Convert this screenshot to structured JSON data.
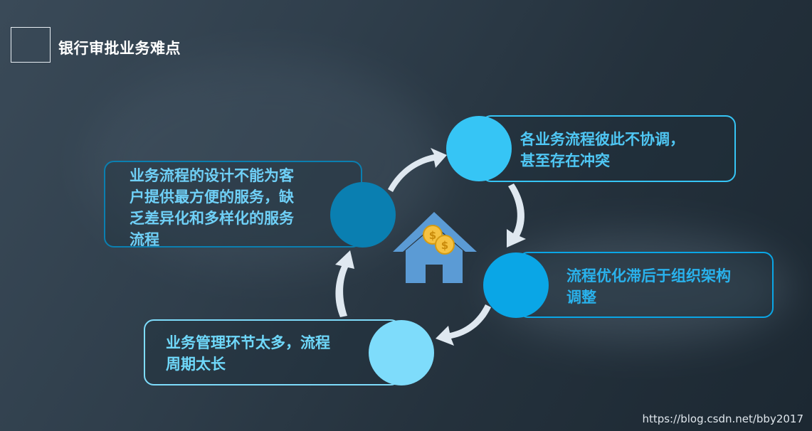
{
  "slide": {
    "title": "银行审批业务难点"
  },
  "items": [
    {
      "lines": [
        "业务流程的设计不能为客",
        "户提供最方便的服务，缺",
        "乏差异化和多样化的服务",
        "流程"
      ],
      "text_color": "#6fd0f7",
      "circle_color": "#0a7fb1"
    },
    {
      "lines": [
        "各业务流程彼此不协调，",
        "甚至存在冲突"
      ],
      "text_color": "#4fc7f4",
      "circle_color": "#36c5f5"
    },
    {
      "lines": [
        "流程优化滞后于组织架构",
        "调整"
      ],
      "text_color": "#29b2ec",
      "circle_color": "#0aa6e6"
    },
    {
      "lines": [
        "业务管理环节太多，流程",
        "周期太长"
      ],
      "text_color": "#6fd8fa",
      "circle_color": "#7edcfb"
    }
  ],
  "center_icon": "house-with-coins-icon",
  "watermark": "https://blog.csdn.net/bby2017"
}
